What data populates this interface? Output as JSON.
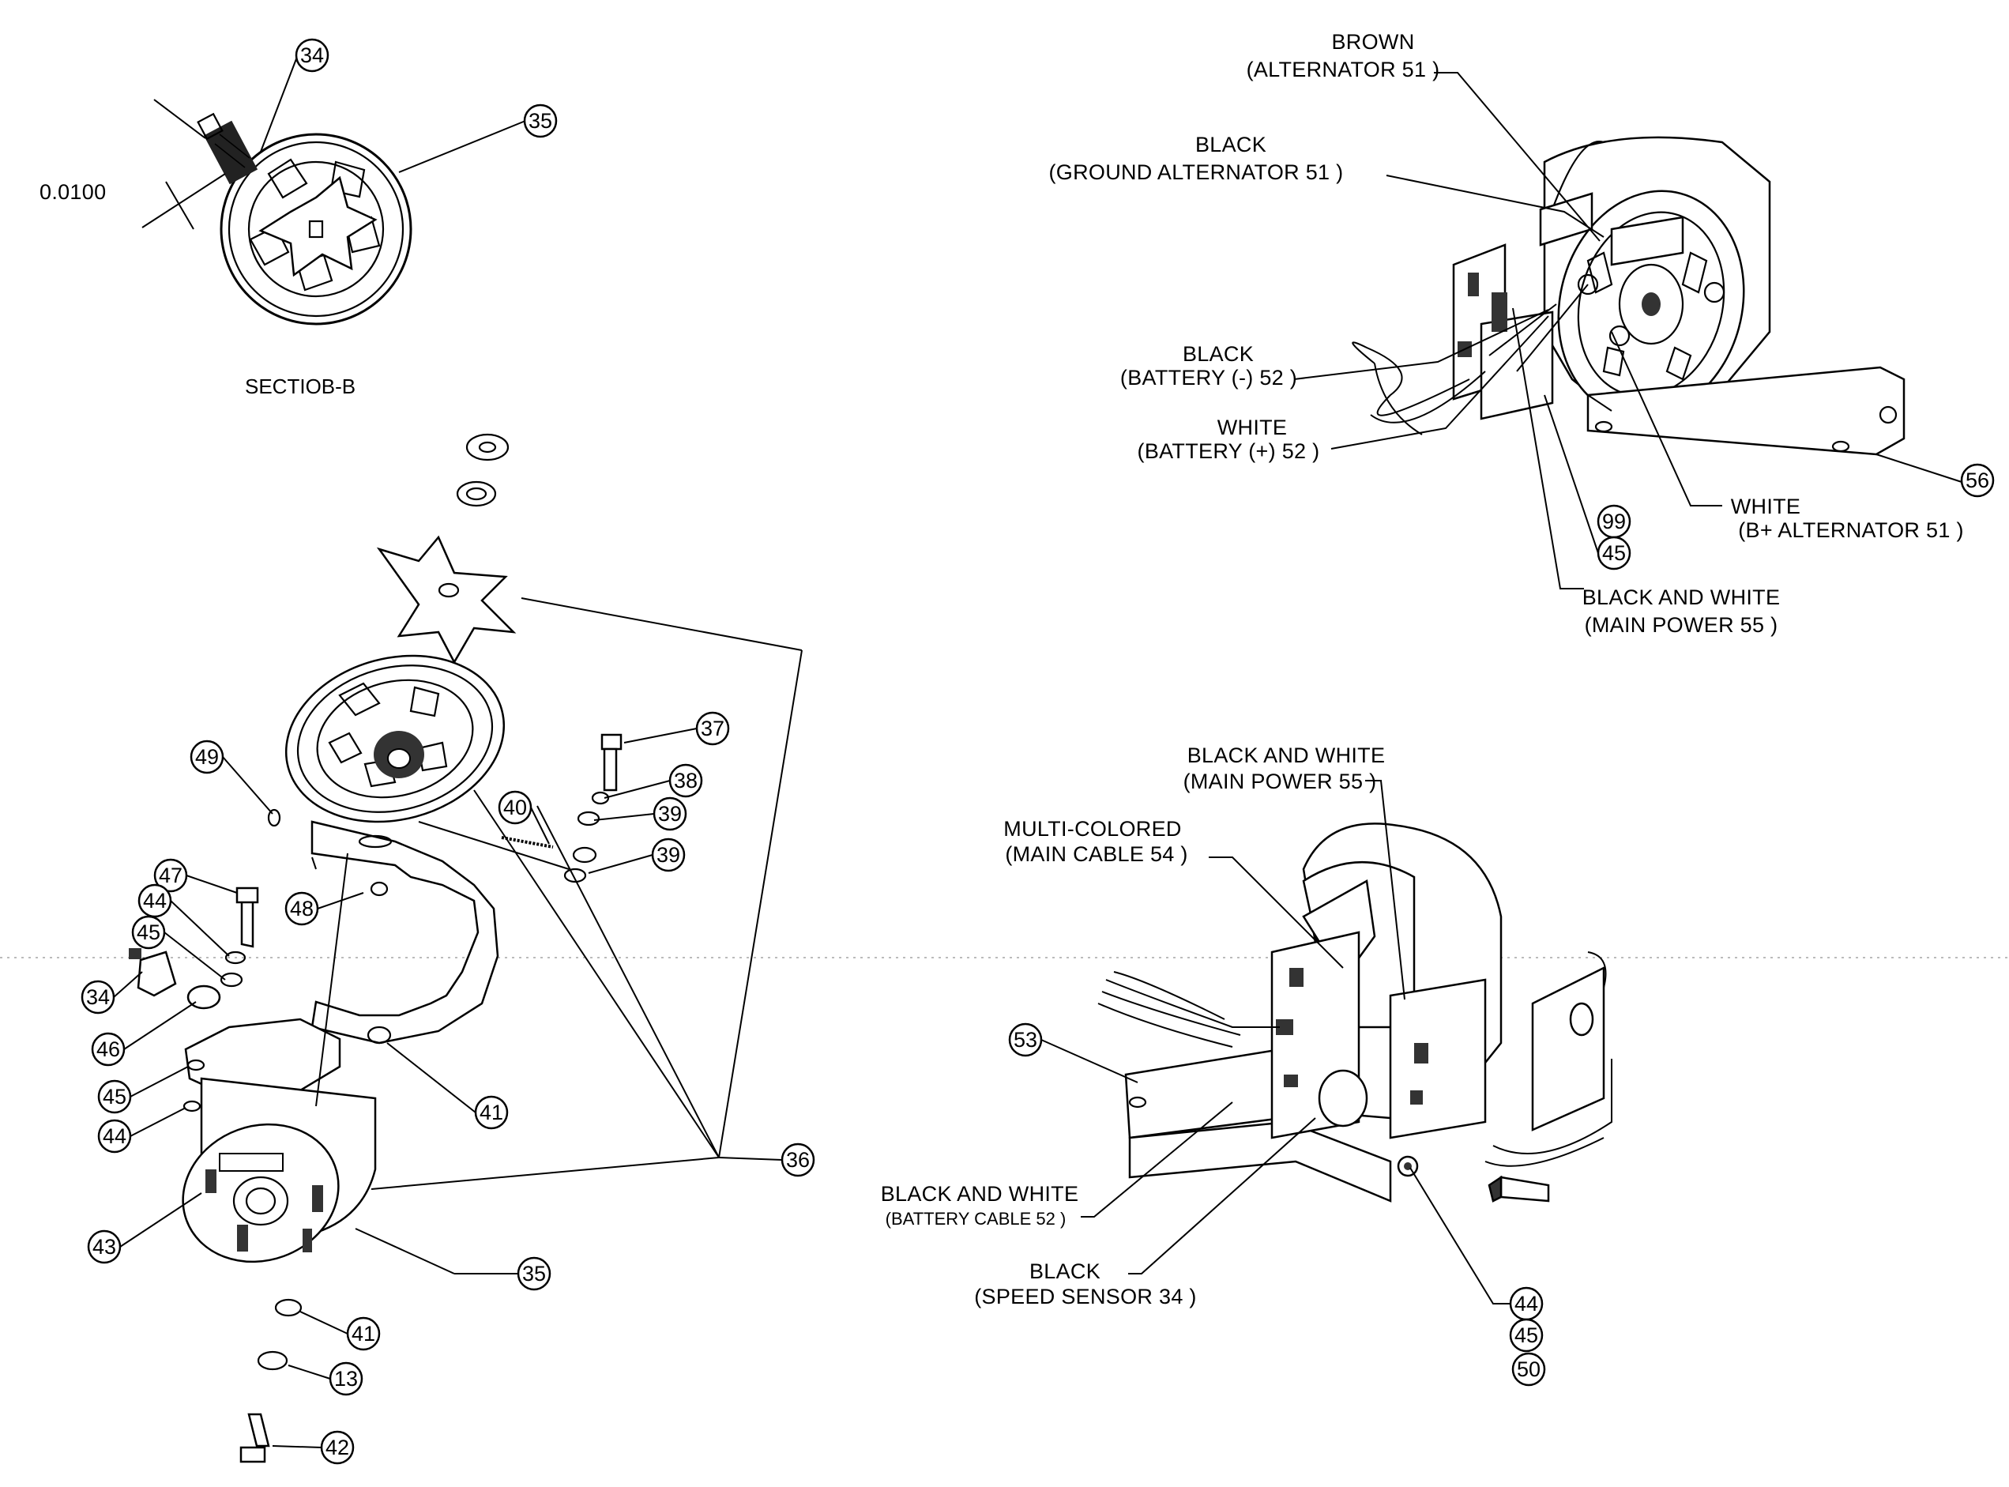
{
  "section_view": {
    "dimension": "0.0100",
    "caption": "SECTIOB-B",
    "callouts": [
      "34",
      "35"
    ]
  },
  "exploded_view": {
    "callouts": [
      "49",
      "47",
      "44",
      "45",
      "34",
      "46",
      "45",
      "44",
      "43",
      "48",
      "41",
      "37",
      "38",
      "39",
      "40",
      "39",
      "36",
      "35",
      "41",
      "13",
      "42"
    ]
  },
  "top_right_view": {
    "labels": {
      "brown": [
        "BROWN",
        "(ALTERNATOR 51 )"
      ],
      "black_ground": [
        "BLACK",
        "(GROUND ALTERNATOR 51 )"
      ],
      "black_battery": [
        "BLACK",
        "(BATTERY (-)  52 )"
      ],
      "white_battery": [
        "WHITE",
        "(BATTERY (+) 52 )"
      ],
      "white_b": [
        "WHITE",
        "(B+ ALTERNATOR 51 )"
      ],
      "black_white_main": [
        "BLACK AND WHITE",
        "(MAIN POWER 55 )"
      ]
    },
    "callouts": [
      "56",
      "99",
      "45"
    ]
  },
  "bottom_right_view": {
    "labels": {
      "main_power": [
        "BLACK AND WHITE",
        "(MAIN POWER 55 )"
      ],
      "main_cable": [
        "MULTI-COLORED",
        "(MAIN CABLE 54 )"
      ],
      "battery_cable": [
        "BLACK AND WHITE",
        "(BATTERY CABLE 52 )"
      ],
      "speed_sensor": [
        "BLACK",
        "(SPEED SENSOR 34 )"
      ]
    },
    "callouts": [
      "53",
      "44",
      "45",
      "50"
    ]
  }
}
